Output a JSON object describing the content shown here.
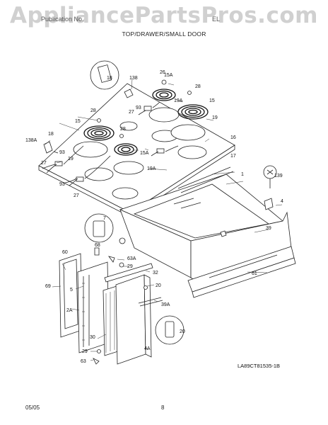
{
  "watermark": "AppliancePartsPros.com",
  "header": {
    "left": "Publication No.",
    "right": "EL"
  },
  "title": "TOP/DRAWER/SMALL DOOR",
  "diagram_code": "LA89CT81535-1B",
  "footer": {
    "date": "05/05",
    "page": "8"
  },
  "callouts": {
    "c1": "1",
    "c2a": "2A",
    "c4": "4",
    "c4a": "4A",
    "c5": "5",
    "c7": "7",
    "c15_a": "15",
    "c15_b": "15",
    "c15a_a": "15A",
    "c15a_b": "15A",
    "c16": "16",
    "c17": "17",
    "c18_a": "18",
    "c18_b": "18",
    "c19_a": "19",
    "c19_b": "19",
    "c19a_a": "19A",
    "c19a_b": "19A",
    "c20_a": "20",
    "c20_b": "20",
    "c26": "26",
    "c27_a": "27",
    "c27_b": "27",
    "c27_c": "27",
    "c28_a": "28",
    "c28_b": "28",
    "c28_c": "28",
    "c29_a": "29",
    "c29_b": "29",
    "c30": "30",
    "c32": "32",
    "c39": "39",
    "c39a": "39A",
    "c60": "60",
    "c61": "61",
    "c63": "63",
    "c63a": "63A",
    "c68": "68",
    "c69": "69",
    "c93_a": "93",
    "c93_b": "93",
    "c93_c": "93",
    "c138": "138",
    "c138a": "138A",
    "c139": "139"
  }
}
